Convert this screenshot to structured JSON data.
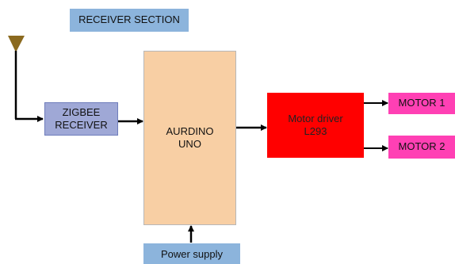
{
  "diagram": {
    "title": "RECEIVER SECTION",
    "blocks": {
      "zigbee": "ZIGBEE\nRECEIVER",
      "arduino": "AURDINO\nUNO",
      "motor_driver": "Motor driver\nL293",
      "motor1": "MOTOR 1",
      "motor2": "MOTOR 2",
      "power": "Power supply"
    }
  },
  "colors": {
    "title_fill": "#8cb4dc",
    "zigbee_fill": "#9fa8d6",
    "arduino_fill": "#f8cfa4",
    "driver_fill": "#ff0000",
    "motor_fill": "#ff40b4",
    "power_fill": "#8cb4dc",
    "antenna": "#8b6a1f",
    "wire": "#000000"
  }
}
